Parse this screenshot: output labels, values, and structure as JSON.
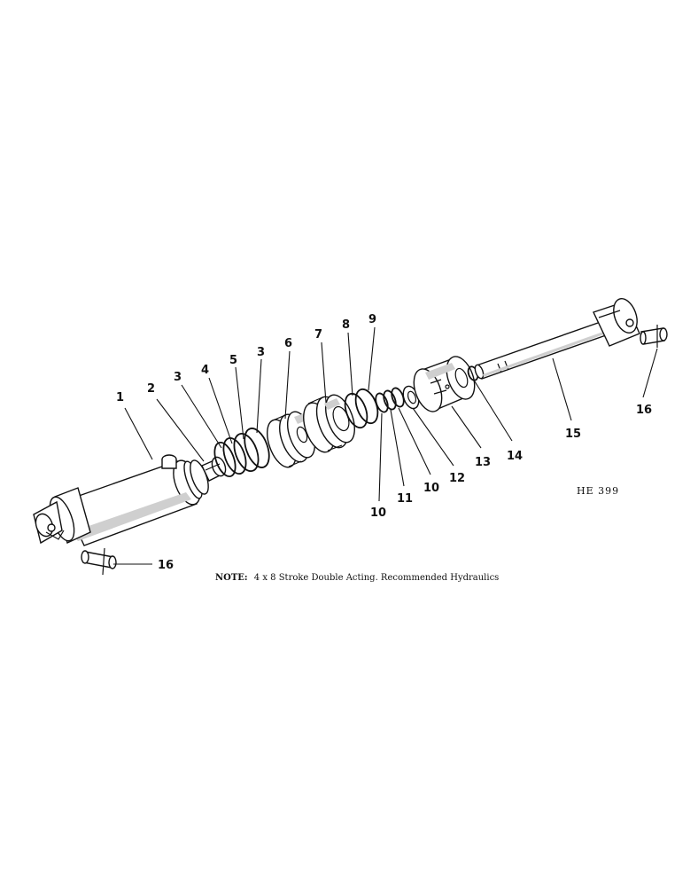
{
  "figure": {
    "drawing_code": "HE 399",
    "note_label": "NOTE:",
    "note_text": "4 x 8 Stroke Double Acting.   Recommended Hydraulics"
  },
  "callouts": {
    "c1": "1",
    "c2": "2",
    "c3a": "3",
    "c4": "4",
    "c5": "5",
    "c3b": "3",
    "c6": "6",
    "c7": "7",
    "c8": "8",
    "c9": "9",
    "c10a": "10",
    "c11": "11",
    "c10b": "10",
    "c12": "12",
    "c13": "13",
    "c14": "14",
    "c15": "15",
    "c16a": "16",
    "c16b": "16"
  }
}
